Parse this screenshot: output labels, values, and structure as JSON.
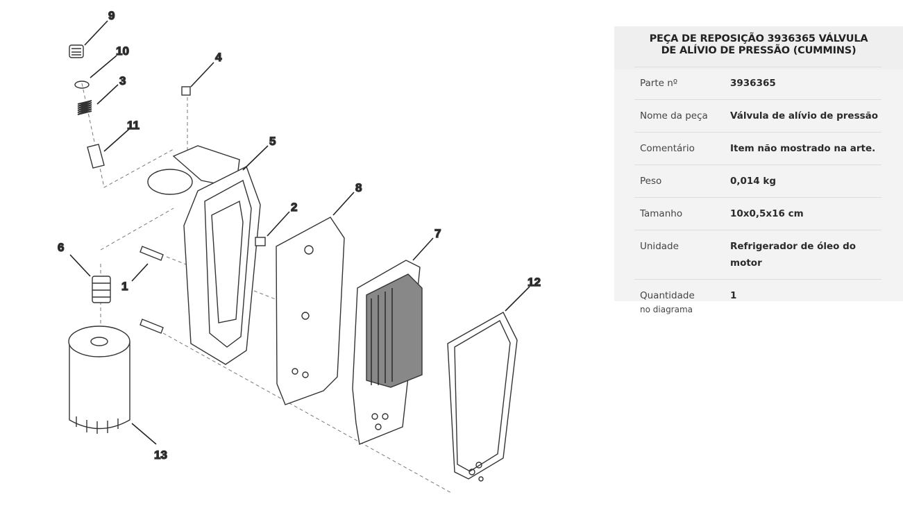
{
  "diagram": {
    "callouts": [
      "9",
      "10",
      "3",
      "11",
      "4",
      "5",
      "2",
      "8",
      "7",
      "6",
      "1",
      "12",
      "13"
    ]
  },
  "panel": {
    "title_line1": "PEÇA DE REPOSIÇÃO 3936365 VÁLVULA",
    "title_line2": "DE ALÍVIO DE PRESSÃO (CUMMINS)",
    "rows": [
      {
        "label": "Parte nº",
        "value": "3936365"
      },
      {
        "label": "Nome da peça",
        "value": "Válvula de alívio de pressão"
      },
      {
        "label": "Comentário",
        "value": "Item não mostrado na arte."
      },
      {
        "label": "Peso",
        "value": "0,014 kg"
      },
      {
        "label": "Tamanho",
        "value": "10x0,5x16 cm"
      },
      {
        "label": "Unidade",
        "value": "Refrigerador de óleo do motor"
      },
      {
        "label": "Quantidade",
        "label_sub": "no diagrama",
        "value": "1"
      }
    ]
  }
}
